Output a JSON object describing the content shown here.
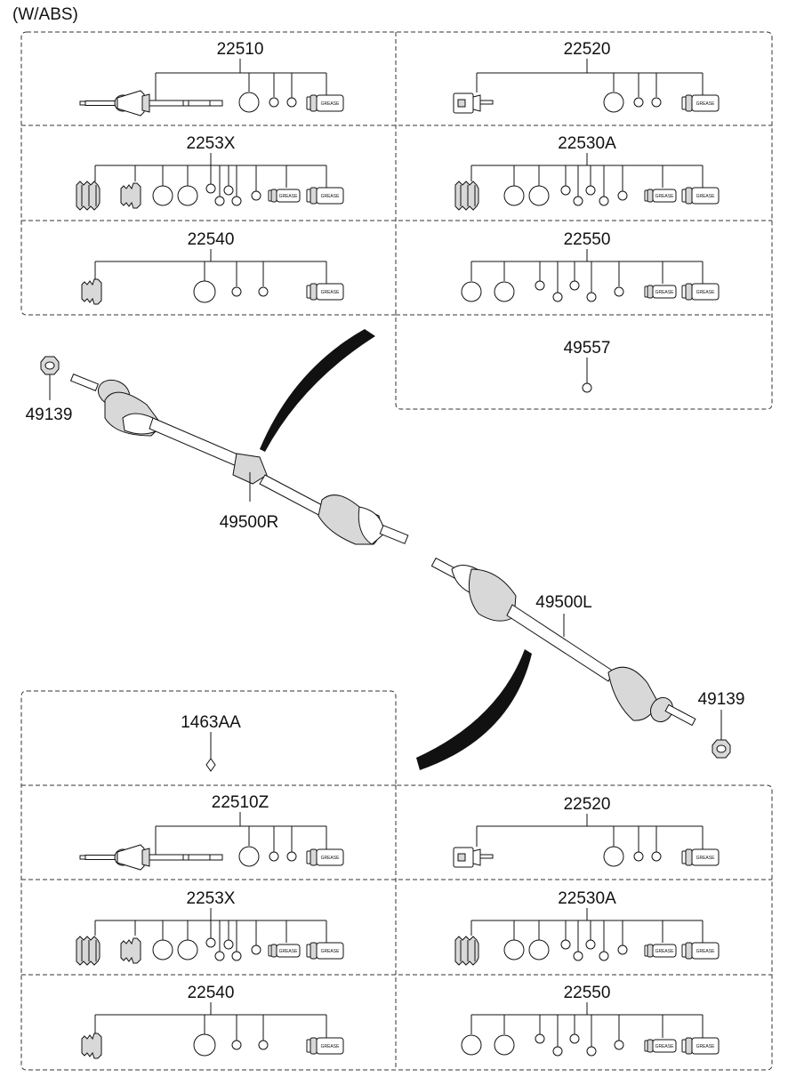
{
  "header": {
    "variant": "(W/ABS)"
  },
  "colors": {
    "line": "#111111",
    "background": "#ffffff",
    "frame": "#333333"
  },
  "upper_kit": {
    "cells": [
      {
        "part_no": "22510"
      },
      {
        "part_no": "22520"
      },
      {
        "part_no": "2253X"
      },
      {
        "part_no": "22530A"
      },
      {
        "part_no": "22540"
      },
      {
        "part_no": "22550"
      },
      {
        "part_no": "49557"
      }
    ]
  },
  "shafts": {
    "right_shaft": {
      "part_no": "49500R",
      "nut_part_no": "49139"
    },
    "left_shaft": {
      "part_no": "49500L",
      "nut_part_no": "49139"
    }
  },
  "lower_kit": {
    "cells": [
      {
        "part_no": "1463AA"
      },
      {
        "part_no": "22510Z"
      },
      {
        "part_no": "22520"
      },
      {
        "part_no": "2253X"
      },
      {
        "part_no": "22530A"
      },
      {
        "part_no": "22540"
      },
      {
        "part_no": "22550"
      }
    ]
  },
  "grease_tag": "GREASE",
  "icons": [
    "cv-joint-shaft-icon",
    "tripod-housing-icon",
    "boot-icon",
    "clamp-band-icon",
    "grease-tube-icon",
    "ring-icon",
    "hex-nut-icon"
  ]
}
